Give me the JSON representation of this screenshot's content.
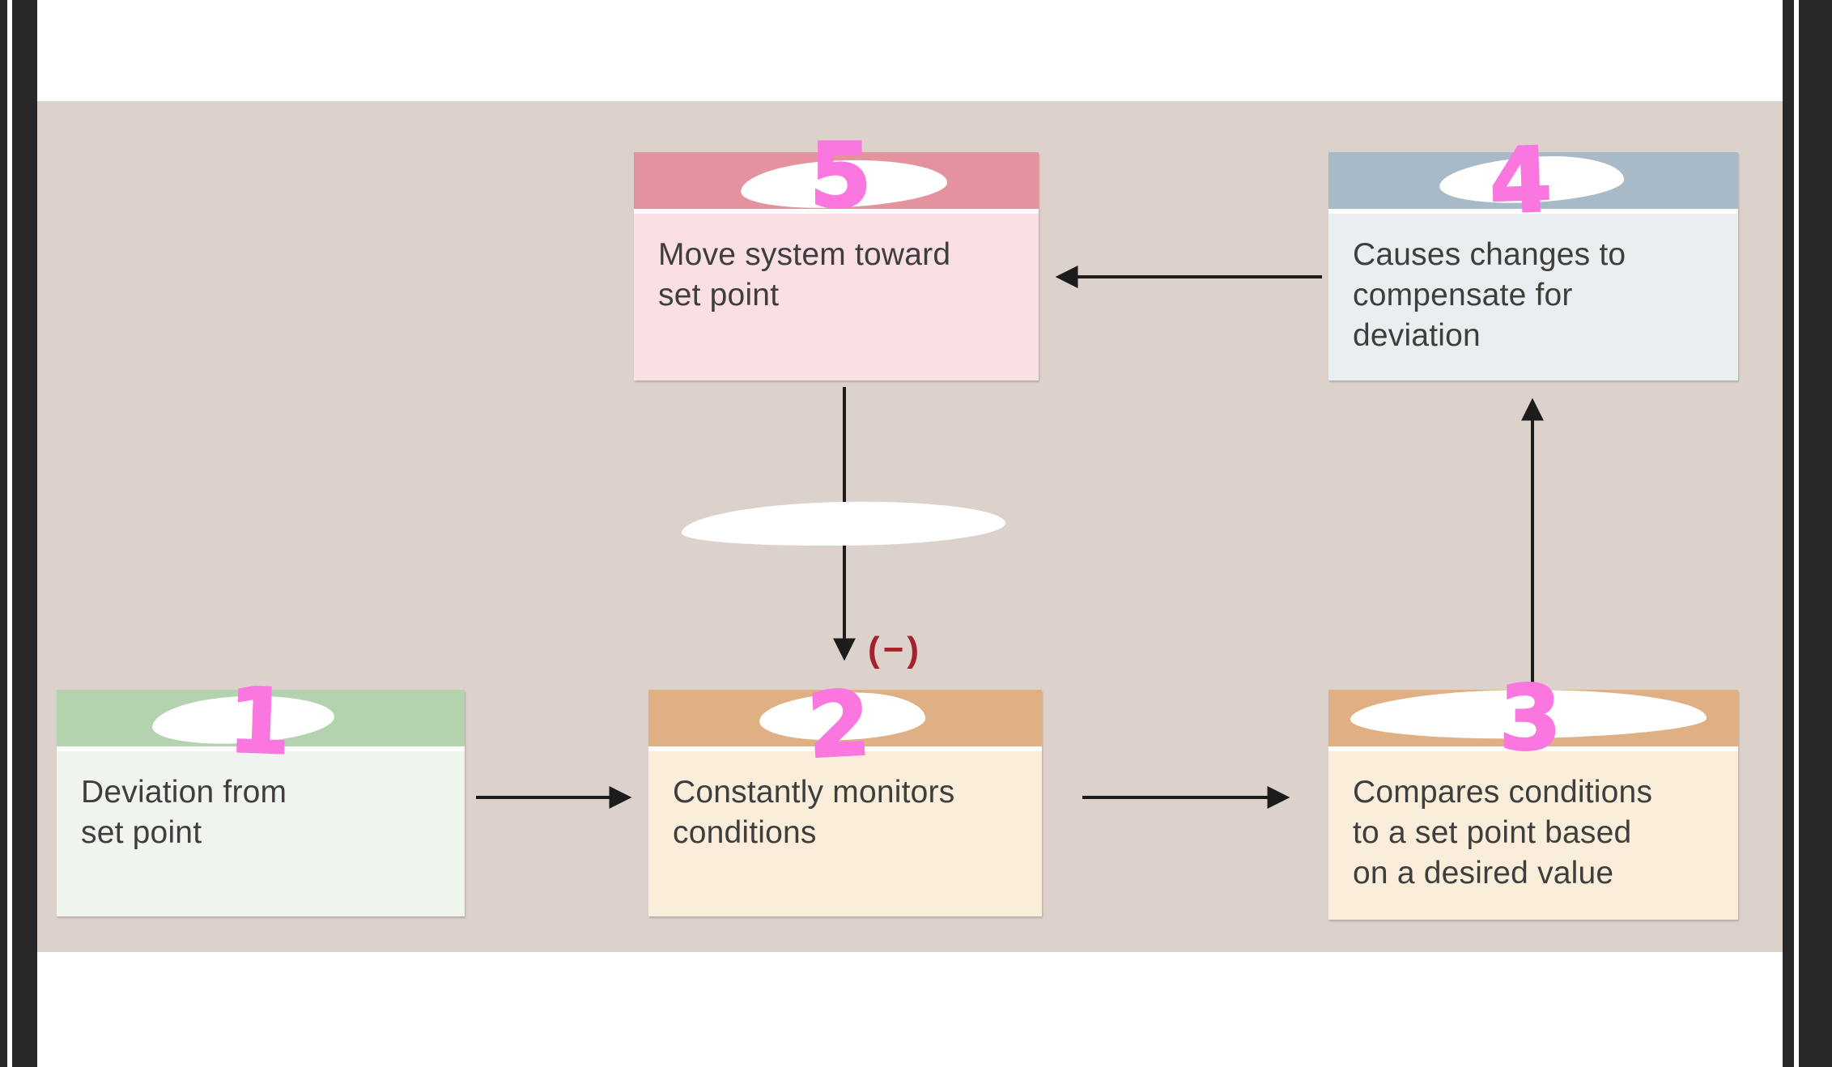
{
  "window": {
    "background_color": "#ffffff",
    "edge_bar_color": "#282828",
    "edge_stripe_color": "#ffffff"
  },
  "figure": {
    "panel_color": "#ddd2cb",
    "annotation_marker_color": "#fa77df",
    "negative_feedback_label": "(−)",
    "negative_feedback_color": "#a5212e",
    "arrow_color": "#1c1c1c",
    "boxes": [
      {
        "name": "deviation-from-set-point",
        "handwritten_number": "1",
        "lines": [
          "Deviation from",
          "set point"
        ],
        "header_color": "#b2d3ae",
        "body_color": "#eff5ed"
      },
      {
        "name": "constantly-monitors-conditions",
        "handwritten_number": "2",
        "lines": [
          "Constantly monitors",
          "conditions"
        ],
        "header_color": "#dfb083",
        "body_color": "#faeeda"
      },
      {
        "name": "compares-conditions-to-set-point",
        "handwritten_number": "3",
        "lines": [
          "Compares conditions",
          "to a set point based",
          "on a desired value"
        ],
        "header_color": "#dfb083",
        "body_color": "#faeeda"
      },
      {
        "name": "causes-changes-to-compensate",
        "handwritten_number": "4",
        "lines": [
          "Causes changes to",
          "compensate for",
          "deviation"
        ],
        "header_color": "#a8bac7",
        "body_color": "#e9eef1"
      },
      {
        "name": "move-system-toward-set-point",
        "handwritten_number": "5",
        "lines": [
          "Move system toward",
          "set point"
        ],
        "header_color": "#e4939e",
        "body_color": "#fadfe3"
      }
    ]
  }
}
